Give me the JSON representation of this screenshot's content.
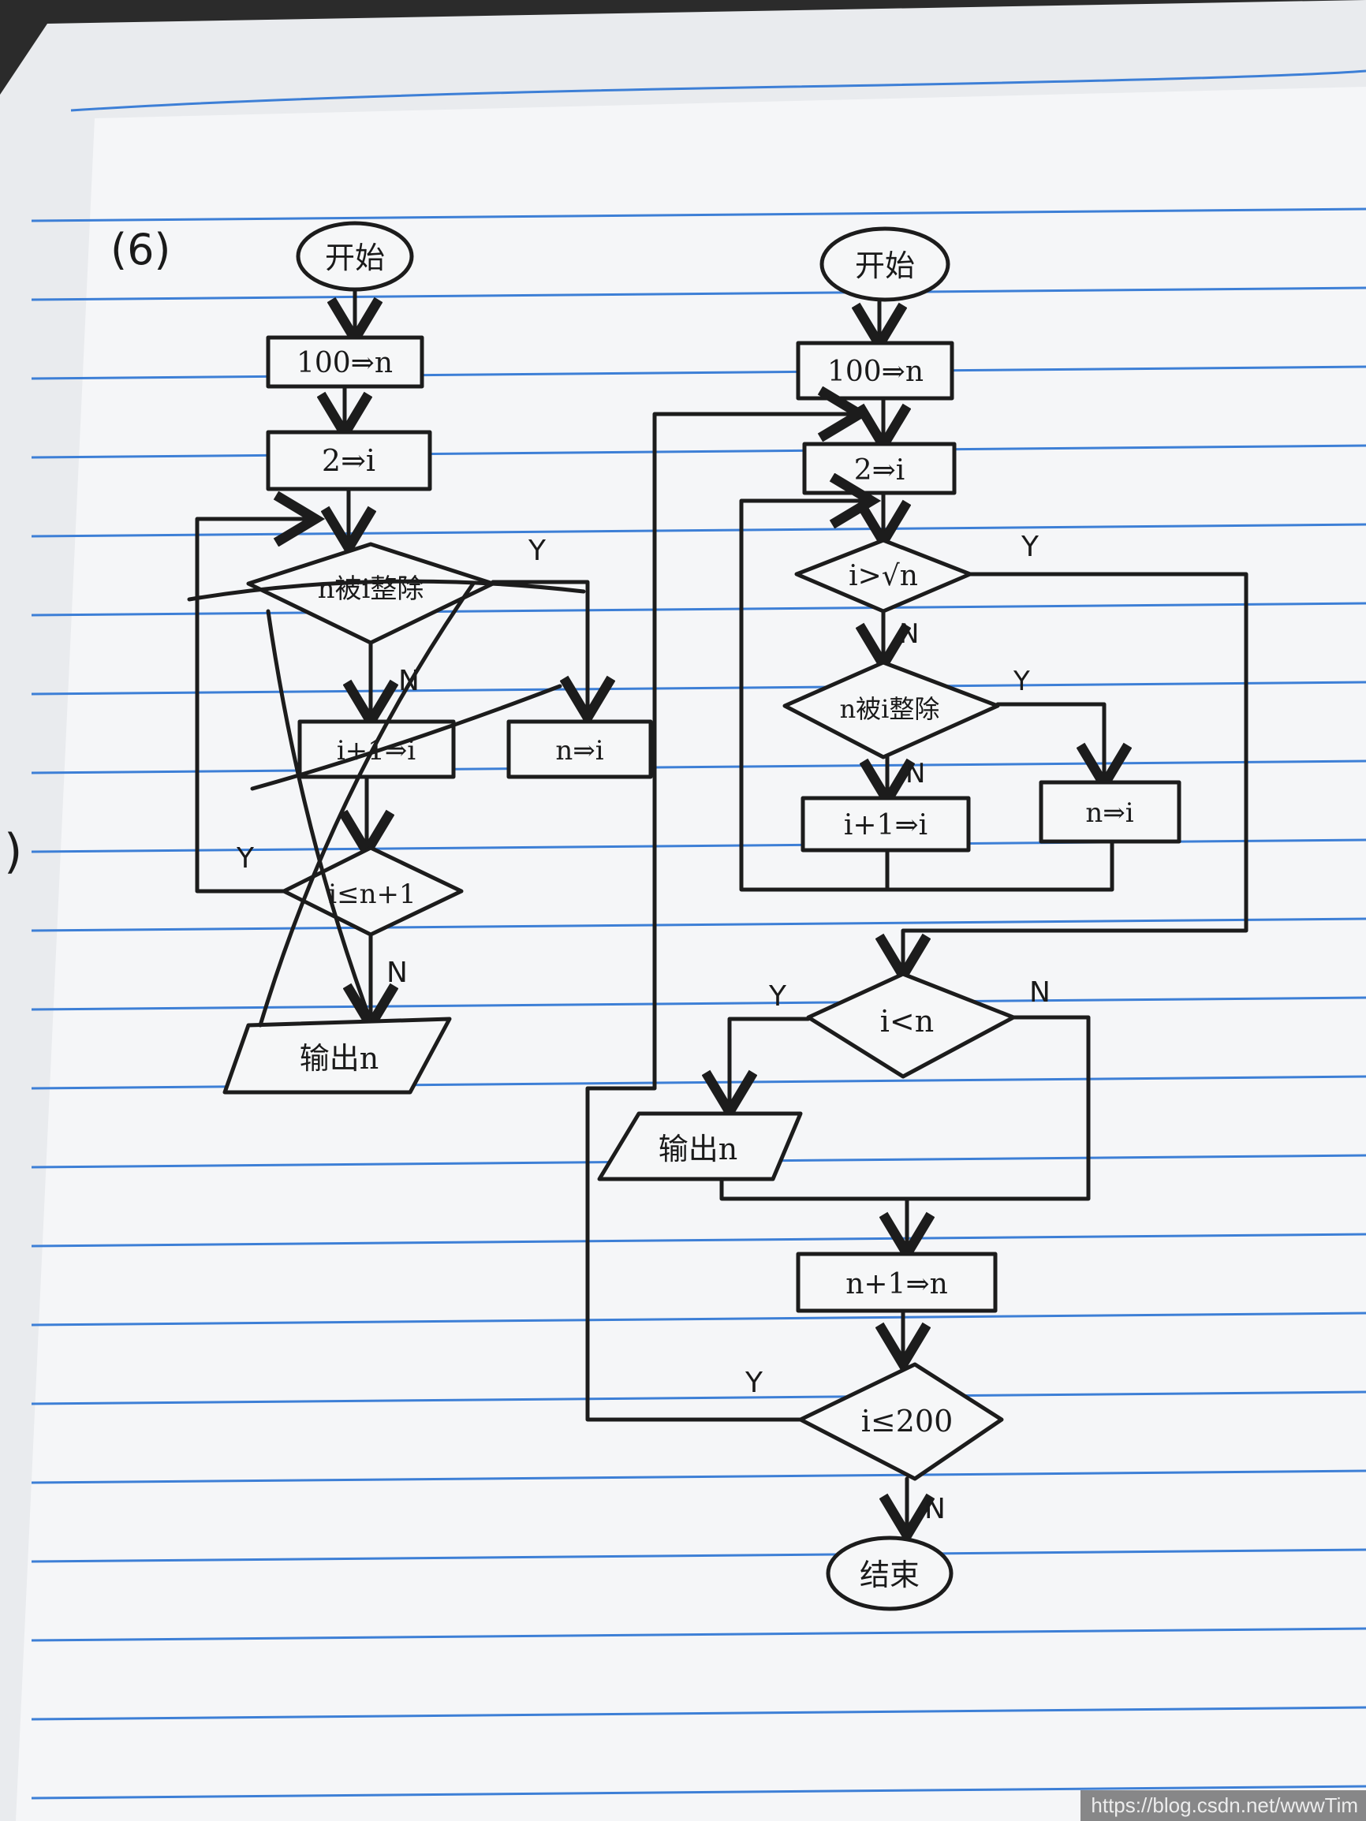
{
  "notebook": {
    "paper_color": "#f5f6f8",
    "rule_color": "#3d7fd6",
    "ink_color": "#1c1c1c"
  },
  "problem_label": "(6)",
  "margin_mark": ")",
  "watermark": "https://blog.csdn.net/wwwTim",
  "left_flowchart": {
    "start": "开始",
    "init_n": "100⇒n",
    "init_i": "2⇒i",
    "decision_divisible": "n被i整除",
    "increment_i": "i+1⇒i",
    "assign_n_to_i": "n⇒i",
    "decision_loop": "i≤n+1",
    "output": "输出n",
    "yes": "Y",
    "no": "N"
  },
  "right_flowchart": {
    "start": "开始",
    "init_n": "100⇒n",
    "init_i": "2⇒i",
    "decision_sqrt": "i>√n",
    "decision_divisible": "n被i整除",
    "increment_i": "i+1⇒i",
    "assign_n_to_i": "n⇒i",
    "decision_prime": "i<n",
    "output": "输出n",
    "increment_n": "n+1⇒n",
    "decision_range": "i≤200",
    "end": "结束",
    "yes": "Y",
    "no": "N"
  }
}
